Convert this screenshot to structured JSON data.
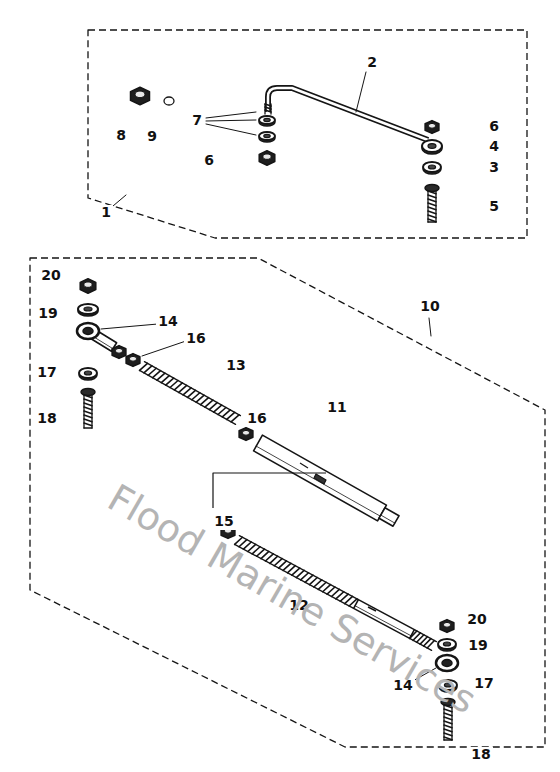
{
  "diagram": {
    "labels": [
      "1",
      "2",
      "3",
      "4",
      "5",
      "6",
      "6",
      "7",
      "8",
      "9",
      "10",
      "11",
      "12",
      "13",
      "14",
      "14",
      "15",
      "16",
      "16",
      "17",
      "17",
      "18",
      "18",
      "19",
      "19",
      "20",
      "20",
      "Flood Marine Services"
    ]
  }
}
